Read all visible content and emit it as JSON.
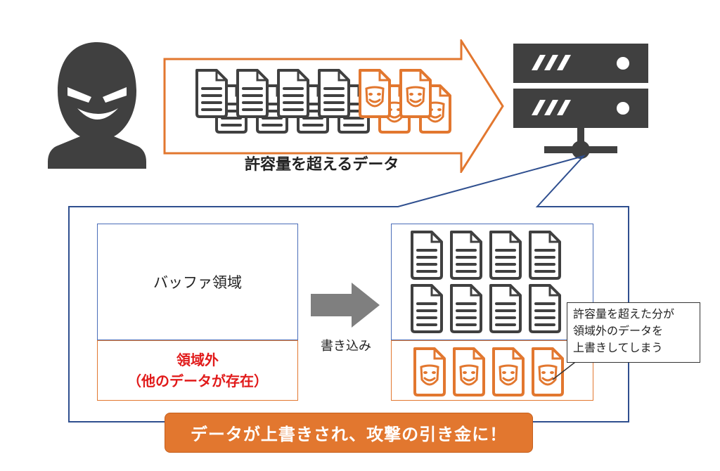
{
  "colors": {
    "orange": "#e2772f",
    "navy": "#2f4f8f",
    "dark_gray": "#404040",
    "red": "#e11a1a"
  },
  "icons": {
    "attacker": "hooded-attacker-icon",
    "server": "server-icon",
    "normal_doc": "document-icon",
    "malicious_doc": "mask-document-icon",
    "write_arrow": "arrow-right-icon"
  },
  "top": {
    "data_label": "許容量を超えるデータ"
  },
  "buffer_panel": {
    "buffer_label": "バッファ領域",
    "outside_label_line1": "領域外",
    "outside_label_line2": "（他のデータが存在）"
  },
  "write_label": "書き込み",
  "callout": {
    "line1": "許容量を超えた分が",
    "line2": "領域外のデータを",
    "line3": "上書きしてしまう"
  },
  "banner_text": "データが上書きされ、攻撃の引き金に！"
}
